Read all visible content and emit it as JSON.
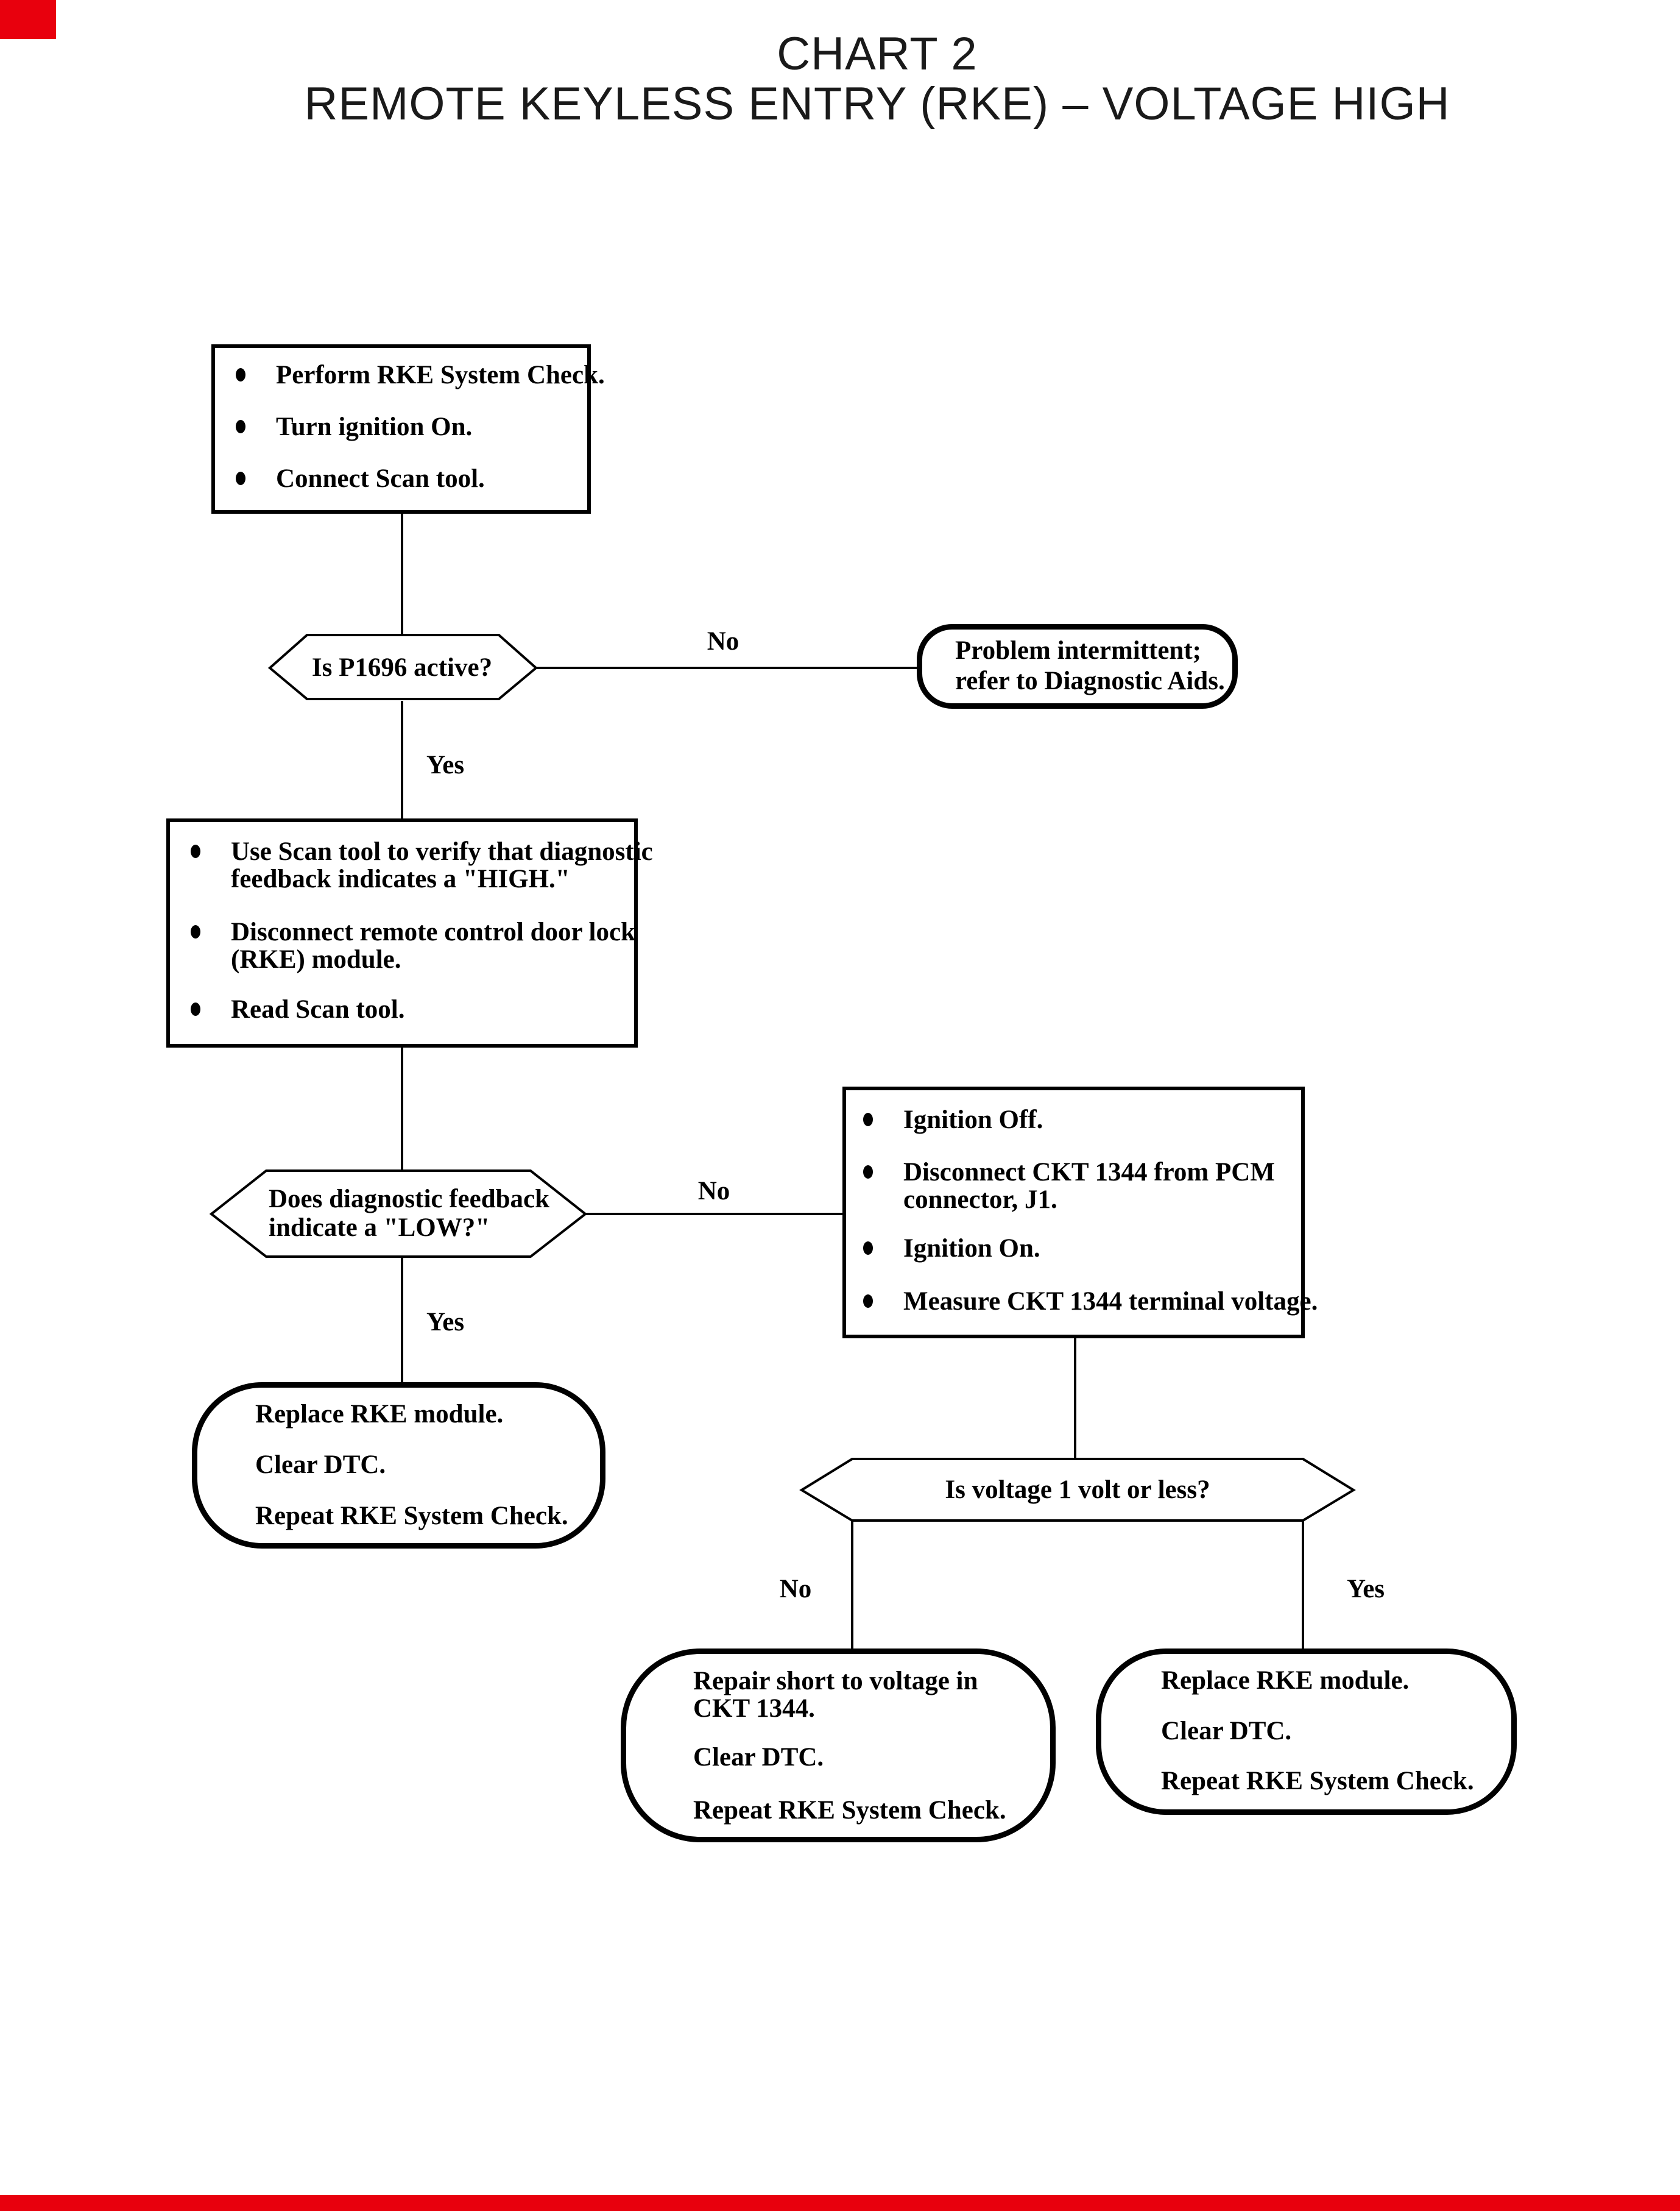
{
  "page": {
    "background": "#ffffff",
    "ink": "#000000",
    "accent_red": "#e8000d"
  },
  "title": {
    "line1": "CHART 2",
    "line2": "REMOTE KEYLESS ENTRY (RKE) – VOLTAGE HIGH"
  },
  "step1": {
    "bullet1": "Perform RKE System Check.",
    "bullet2": "Turn ignition On.",
    "bullet3": "Connect Scan tool."
  },
  "decision1": {
    "question": "Is P1696 active?",
    "no_label": "No",
    "yes_label": "Yes"
  },
  "terminal_intermittent": {
    "line1": "Problem intermittent;",
    "line2": "refer to Diagnostic Aids."
  },
  "step2": {
    "bullet1_line1": "Use Scan tool to verify that diagnostic",
    "bullet1_line2": "feedback indicates a \"HIGH.\"",
    "bullet2_line1": "Disconnect remote control door lock",
    "bullet2_line2": "(RKE) module.",
    "bullet3": "Read Scan tool."
  },
  "decision2": {
    "question_line1": "Does diagnostic feedback",
    "question_line2": "indicate a \"LOW?\"",
    "no_label": "No",
    "yes_label": "Yes"
  },
  "step3": {
    "bullet1": "Ignition Off.",
    "bullet2_line1": "Disconnect CKT 1344 from PCM",
    "bullet2_line2": "connector, J1.",
    "bullet3": "Ignition On.",
    "bullet4": "Measure CKT 1344 terminal voltage."
  },
  "terminal_replace_low": {
    "line1": "Replace RKE module.",
    "line2": "Clear DTC.",
    "line3": "Repeat RKE System Check."
  },
  "decision3": {
    "question": "Is voltage 1 volt or less?",
    "no_label": "No",
    "yes_label": "Yes"
  },
  "terminal_repair": {
    "line1": "Repair short to voltage in",
    "line2": "CKT 1344.",
    "line3": "Clear DTC.",
    "line4": "Repeat RKE System Check."
  },
  "terminal_replace_yes": {
    "line1": "Replace RKE module.",
    "line2": "Clear DTC.",
    "line3": "Repeat RKE System Check."
  }
}
